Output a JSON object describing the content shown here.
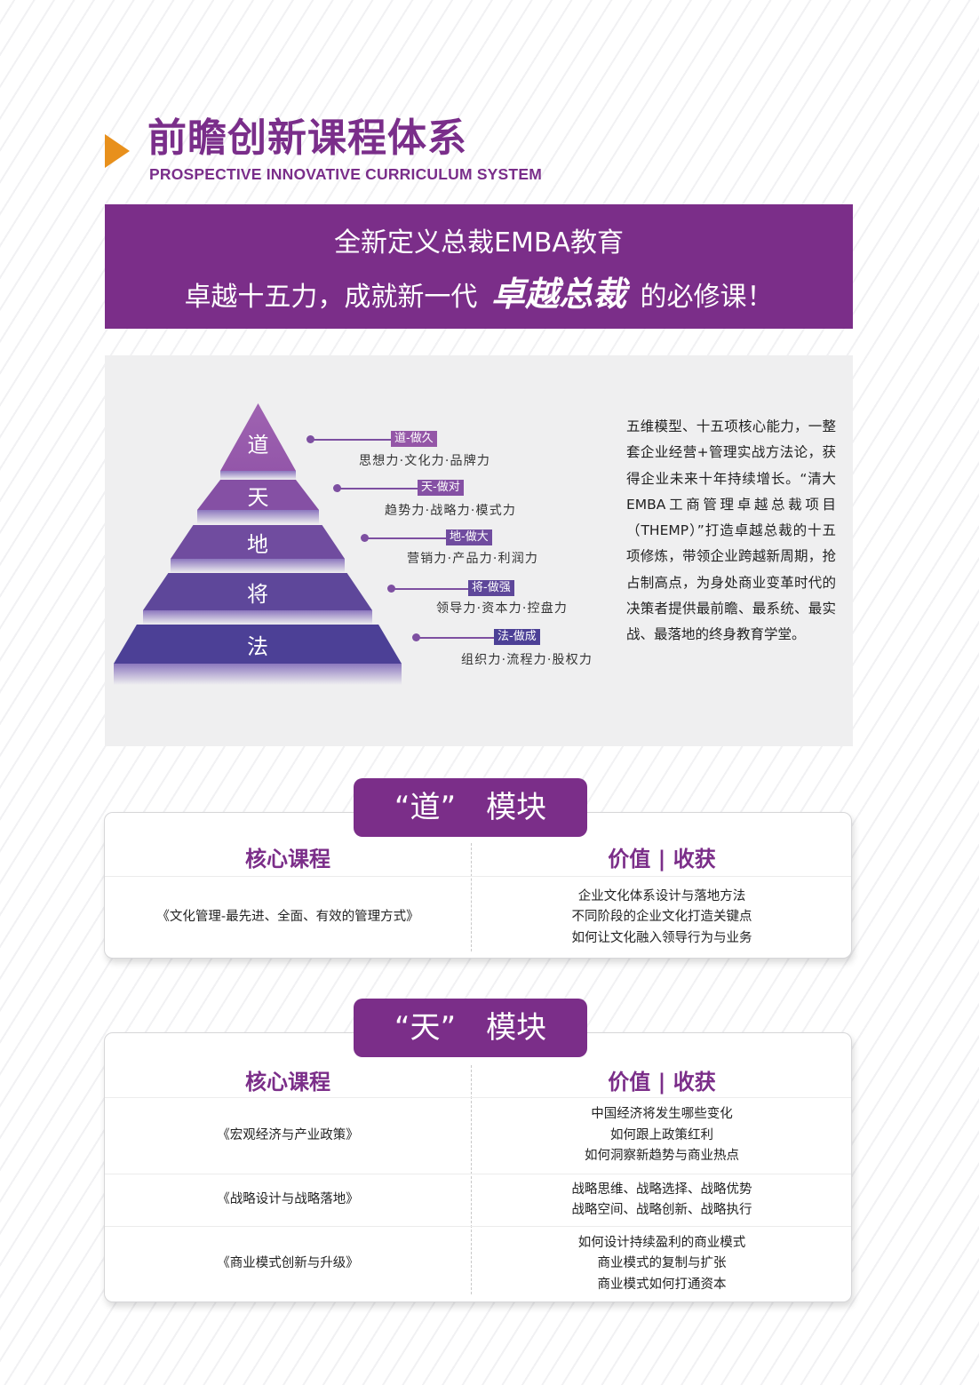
{
  "header": {
    "title_cn": "前瞻创新课程体系",
    "title_en": "PROSPECTIVE INNOVATIVE CURRICULUM SYSTEM",
    "accent_color": "#e8901c",
    "brand_color": "#7b2e89"
  },
  "banner": {
    "line1": "全新定义总裁EMBA教育",
    "line2_prefix": "卓越十五力，成就新一代",
    "line2_emphasis": "卓越总裁",
    "line2_suffix": "的必修课！"
  },
  "model": {
    "pyramid": [
      {
        "char": "道",
        "tag": "道-做久",
        "desc": "思想力·文化力·品牌力",
        "color": "#9b5fae"
      },
      {
        "char": "天",
        "tag": "天-做对",
        "desc": "趋势力·战略力·模式力",
        "color": "#8452a5"
      },
      {
        "char": "地",
        "tag": "地-做大",
        "desc": "营销力·产品力·利润力",
        "color": "#6e4c9e"
      },
      {
        "char": "将",
        "tag": "将-做强",
        "desc": "领导力·资本力·控盘力",
        "color": "#5d4699"
      },
      {
        "char": "法",
        "tag": "法-做成",
        "desc": "组织力·流程力·股权力",
        "color": "#4b3f95"
      }
    ],
    "description": "五维模型、十五项核心能力，一整套企业经营+管理实战方法论，获得企业未来十年持续增长。“清大EMBA工商管理卓越总裁项目（THEMP）”打造卓越总裁的十五项修炼，带领企业跨越新周期，抢占制高点，为身处商业变革时代的决策者提供最前瞻、最系统、最实战、最落地的终身教育学堂。"
  },
  "modules": [
    {
      "title": "“道”　模块",
      "col_left": "核心课程",
      "col_right": "价值 | 收获",
      "rows": [
        {
          "course": "《文化管理-最先进、全面、有效的管理方式》",
          "values": [
            "企业文化体系设计与落地方法",
            "不同阶段的企业文化打造关键点",
            "如何让文化融入领导行为与业务"
          ]
        }
      ]
    },
    {
      "title": "“天”　模块",
      "col_left": "核心课程",
      "col_right": "价值 | 收获",
      "rows": [
        {
          "course": "《宏观经济与产业政策》",
          "values": [
            "中国经济将发生哪些变化",
            "如何跟上政策红利",
            "如何洞察新趋势与商业热点"
          ]
        },
        {
          "course": "《战略设计与战略落地》",
          "values": [
            "战略思维、战略选择、战略优势",
            "战略空间、战略创新、战略执行"
          ]
        },
        {
          "course": "《商业模式创新与升级》",
          "values": [
            "如何设计持续盈利的商业模式",
            "商业模式的复制与扩张",
            "商业模式如何打通资本"
          ]
        }
      ]
    }
  ]
}
